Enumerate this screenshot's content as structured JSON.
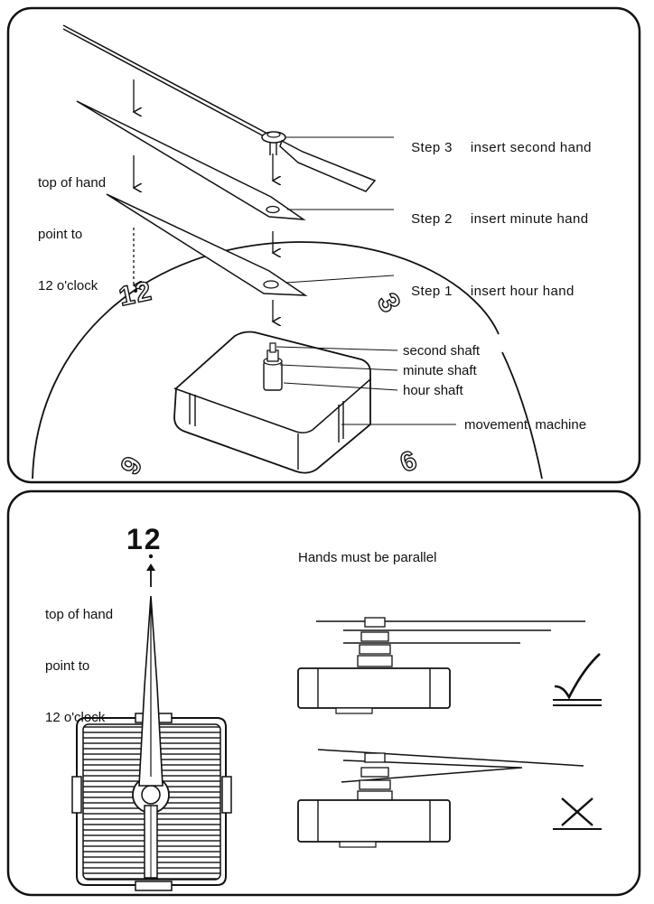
{
  "top_panel": {
    "hint": {
      "line1": "top of hand",
      "line2": "point to",
      "line3": "12 o'clock"
    },
    "steps": [
      {
        "step": "Step 3",
        "action": "insert second hand"
      },
      {
        "step": "Step 2",
        "action": "insert minute hand"
      },
      {
        "step": "Step 1",
        "action": "insert hour hand"
      }
    ],
    "shaft_labels": {
      "second": "second shaft",
      "minute": "minute shaft",
      "hour": "hour shaft"
    },
    "movement_label": "movement  machine",
    "dial_numbers": {
      "twelve": "12",
      "three": "3",
      "nine": "9",
      "six": "6"
    }
  },
  "bottom_panel": {
    "number": "12",
    "hint": {
      "line1": "top of hand",
      "line2": "point to",
      "line3": "12 o'clock"
    },
    "parallel_title": "Hands must be parallel",
    "correct_symbol": "check-mark",
    "wrong_symbol": "cross-mark"
  },
  "colors": {
    "stroke": "#111111",
    "background": "#ffffff"
  }
}
